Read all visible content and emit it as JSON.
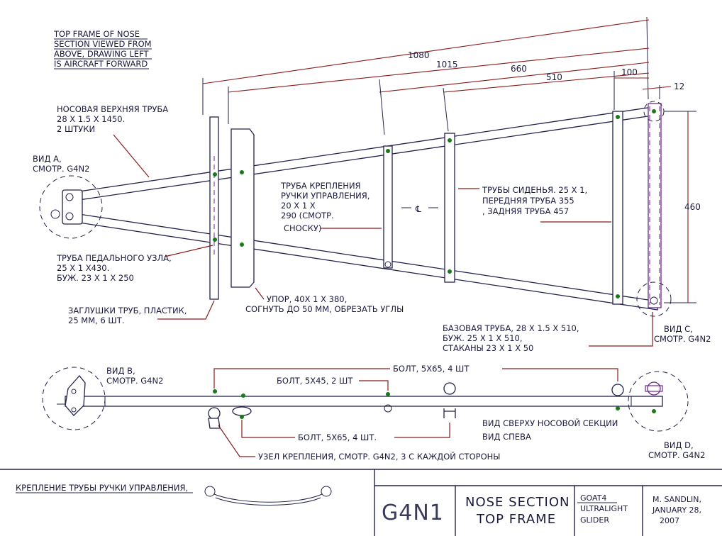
{
  "note_top_left": [
    "TOP FRAME OF NOSE",
    "SECTION VIEWED FROM",
    "ABOVE, DRAWING LEFT",
    "IS AIRCRAFT FORWARD"
  ],
  "dimensions": {
    "d1080": "1080",
    "d1015": "1015",
    "d660": "660",
    "d510": "510",
    "d100": "100",
    "d12": "12",
    "d460": "460"
  },
  "centerline_symbol": "℄",
  "labels": {
    "upper_tube": [
      "НОСОВАЯ ВЕРХНЯЯ ТРУБА",
      "28 X 1.5 X 1450.",
      "2 ШТУКИ"
    ],
    "view_a": [
      "ВИД А,",
      "СМОТР. G4N2"
    ],
    "pedal_tube": [
      "ТРУБА ПЕДАЛЬНОГО УЗЛА,",
      "25 X 1 X430.",
      "БУЖ. 23 X 1 X 250"
    ],
    "plugs": [
      "ЗАГЛУШКИ ТРУБ, ПЛАСТИК,",
      "25 ММ, 6 ШТ."
    ],
    "stop": [
      "УПОР, 40X 1 X 380,",
      "СОГНУТЬ ДО 50 ММ, ОБРЕЗАТЬ УГЛЫ"
    ],
    "control_tube": [
      "ТРУБА КРЕПЛЕНИЯ",
      "РУЧКИ УПРАВЛЕНИЯ,",
      "20 X 1 X",
      "290 (СМОТР.",
      "СНОСКУ)"
    ],
    "seat_tubes": [
      "ТРУБЫ СИДЕНЬЯ. 25 X 1,",
      "ПЕРЕДНЯЯ ТРУБА 355",
      ", ЗАДНЯЯ ТРУБА 457"
    ],
    "base_tube": [
      "БАЗОВАЯ ТРУБА, 28 X 1.5 X 510,",
      "БУЖ.  25 X 1 X 510,",
      "СТАКАНЫ 23 X 1 X 50"
    ],
    "view_c": [
      "ВИД С,",
      "СМОТР. G4N2"
    ],
    "view_b": [
      "ВИД В,",
      "СМОТР. G4N2"
    ],
    "view_d": [
      "ВИД D,",
      "СМОТР. G4N2"
    ],
    "bolt_5x65_top": "БОЛТ, 5X65, 4 ШТ",
    "bolt_5x45": "БОЛТ, 5X45, 2 ШТ",
    "bolt_5x65_bottom": "БОЛТ, 5X65, 4 ШТ.",
    "view_top_title": "ВИД СВЕРХУ НОСОВОЙ СЕКЦИИ",
    "view_front_title": "ВИД СПЕВА",
    "mount_node": "УЗЕЛ КРЕПЛЕНИЯ, СМОТР. G4N2, 3 С КАЖДОЙ СТОРОНЫ"
  },
  "title_block": {
    "footnote": "КРЕПЛЕНИЕ ТРУБЫ РУЧКИ УПРАВЛЕНИЯ,",
    "sheet": "G4N1",
    "title": [
      "NOSE SECTION",
      "TOP FRAME"
    ],
    "project": [
      "GOAT4",
      "ULTRALIGHT",
      "GLIDER"
    ],
    "author": [
      "M. SANDLIN,",
      "JANUARY 28,",
      "2007"
    ]
  }
}
